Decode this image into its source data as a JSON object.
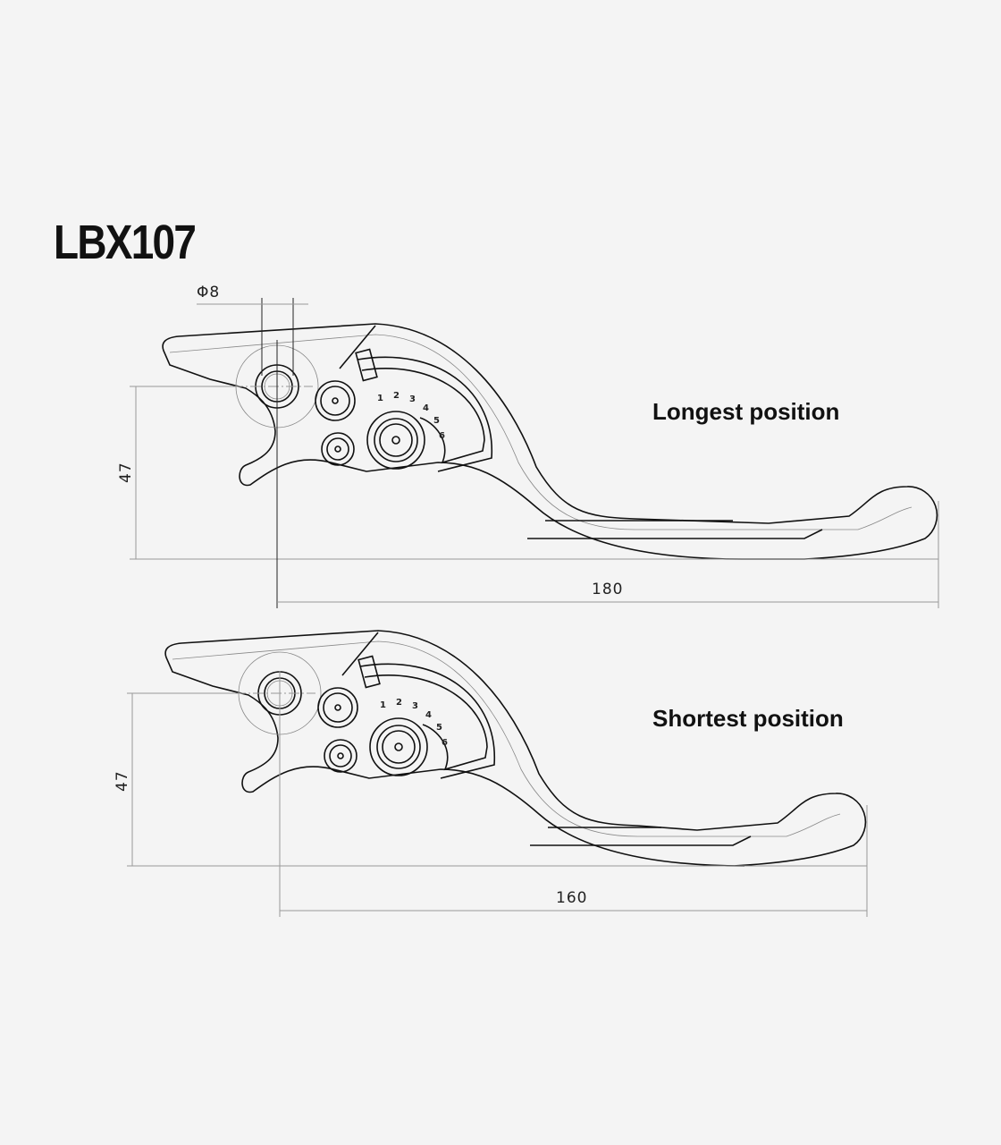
{
  "title": "LBX107",
  "levers": [
    {
      "label": "Longest position",
      "height_dim": "47",
      "length_dim": "180"
    },
    {
      "label": "Shortest position",
      "height_dim": "47",
      "length_dim": "160"
    }
  ],
  "pivot_diameter": "Φ8",
  "dial_numbers": [
    "1",
    "2",
    "3",
    "4",
    "5",
    "6"
  ],
  "colors": {
    "background": "#f4f4f4",
    "line": "#111111",
    "thin_line": "#999999"
  }
}
